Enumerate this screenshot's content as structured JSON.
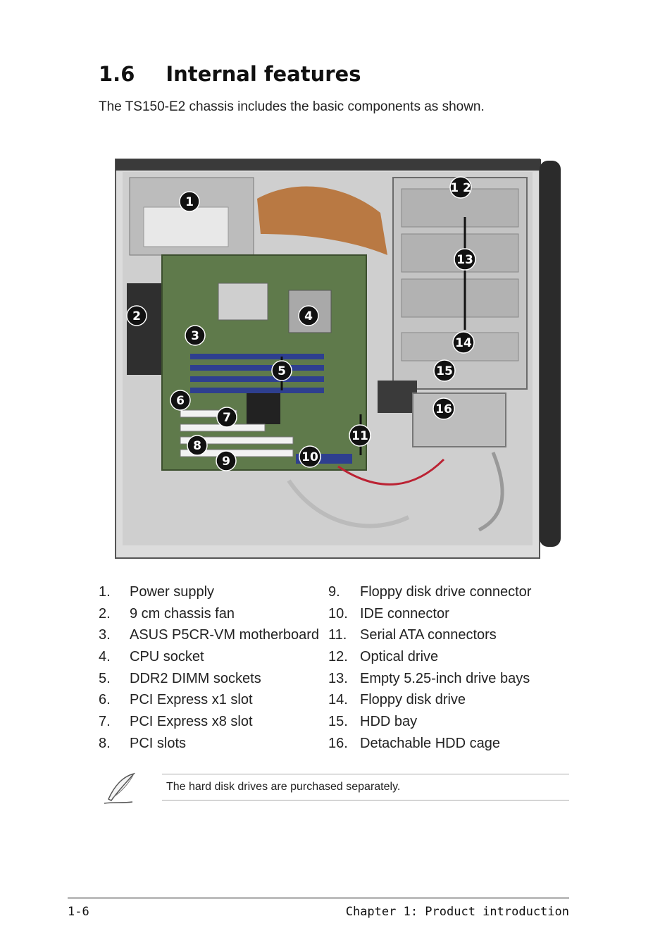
{
  "section": {
    "number": "1.6",
    "title": "Internal features"
  },
  "intro": "The TS150-E2 chassis includes the basic components as shown.",
  "callouts": [
    "1",
    "2",
    "3",
    "4",
    "5",
    "6",
    "7",
    "8",
    "9",
    "10",
    "11",
    "1 2",
    "13",
    "14",
    "15",
    "16"
  ],
  "components_left": [
    {
      "num": "1.",
      "label": "Power supply"
    },
    {
      "num": "2.",
      "label": "9 cm chassis fan"
    },
    {
      "num": "3.",
      "label": "ASUS P5CR-VM motherboard"
    },
    {
      "num": "4.",
      "label": "CPU socket"
    },
    {
      "num": "5.",
      "label": "DDR2 DIMM sockets"
    },
    {
      "num": "6.",
      "label": "PCI Express x1 slot"
    },
    {
      "num": "7.",
      "label": "PCI Express x8 slot"
    },
    {
      "num": "8.",
      "label": "PCI slots"
    }
  ],
  "components_right": [
    {
      "num": "9.",
      "label": "Floppy disk drive connector"
    },
    {
      "num": "10.",
      "label": "IDE connector"
    },
    {
      "num": "11.",
      "label": "Serial ATA connectors"
    },
    {
      "num": "12.",
      "label": "Optical drive"
    },
    {
      "num": "13.",
      "label": "Empty 5.25-inch drive bays"
    },
    {
      "num": "14.",
      "label": "Floppy disk drive"
    },
    {
      "num": "15.",
      "label": "HDD bay"
    },
    {
      "num": "16.",
      "label": "Detachable HDD cage"
    }
  ],
  "note": {
    "icon": "pen-feather-icon",
    "text": "The hard disk drives are purchased separately."
  },
  "footer": {
    "page": "1-6",
    "chapter": "Chapter 1:  Product introduction"
  }
}
